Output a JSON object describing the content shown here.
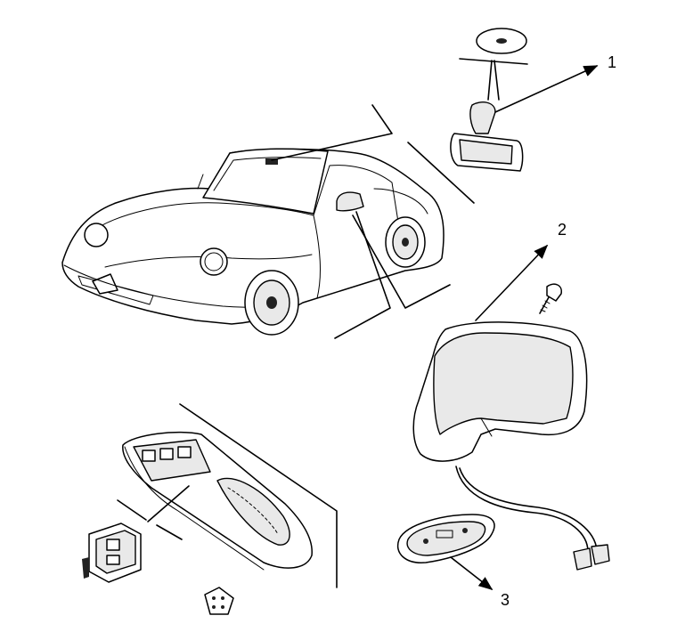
{
  "diagram": {
    "callouts": [
      {
        "id": "1",
        "label": "1",
        "part": "interior-rear-view-mirror"
      },
      {
        "id": "2",
        "label": "2",
        "part": "exterior-door-mirror"
      },
      {
        "id": "3",
        "label": "3",
        "part": "mirror-mounting-gasket"
      }
    ],
    "icons": {
      "car": "convertible-car-illustration",
      "interior_mirror": "rear-view-mirror-icon",
      "door_mirror": "door-mirror-icon",
      "console": "center-console-icon",
      "switch": "mirror-adjust-switch-icon",
      "connector": "electrical-connector-icon",
      "screw": "screw-icon"
    },
    "colors": {
      "line": "#000000",
      "background": "#ffffff",
      "shade": "#e9e9e9"
    }
  }
}
